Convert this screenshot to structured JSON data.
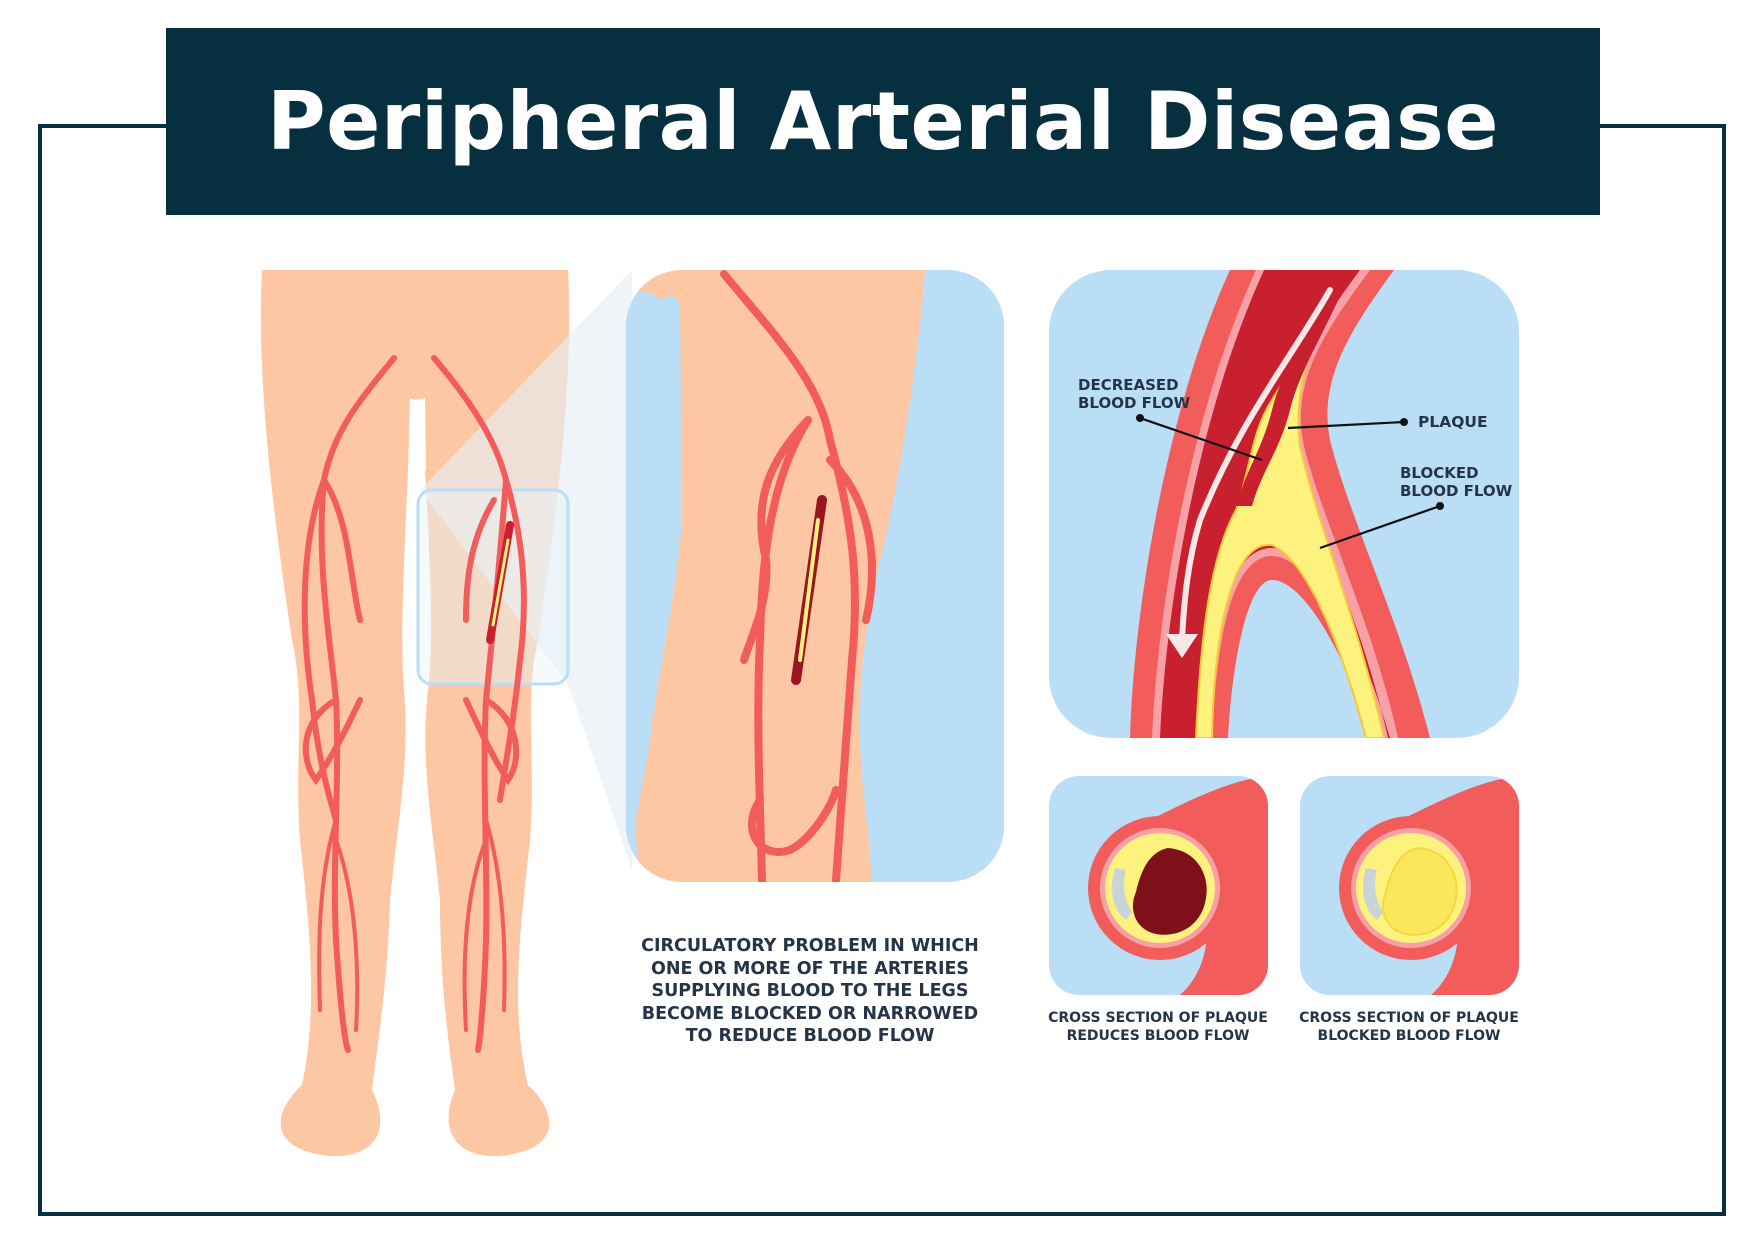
{
  "title": "Peripheral Arterial Disease",
  "colors": {
    "navy": "#062f40",
    "skin": "#fcc7a2",
    "artery": "#f25d5c",
    "artery_dark": "#c8202e",
    "plaque": "#fdf27e",
    "panel_bg": "#b9def6",
    "text": "#263448"
  },
  "labels": {
    "decreased_flow": [
      "DECREASED",
      "BLOOD FLOW"
    ],
    "plaque": "PLAQUE",
    "blocked_flow": [
      "BLOCKED",
      "BLOOD FLOW"
    ]
  },
  "description": [
    "CIRCULATORY PROBLEM IN WHICH",
    "ONE OR MORE OF THE ARTERIES",
    "SUPPLYING BLOOD TO THE LEGS",
    "BECOME BLOCKED OR NARROWED",
    "TO REDUCE BLOOD FLOW"
  ],
  "cross_sections": [
    {
      "caption": [
        "CROSS SECTION OF PLAQUE",
        "REDUCES BLOOD FLOW"
      ]
    },
    {
      "caption": [
        "CROSS SECTION OF PLAQUE",
        "BLOCKED BLOOD FLOW"
      ]
    }
  ]
}
